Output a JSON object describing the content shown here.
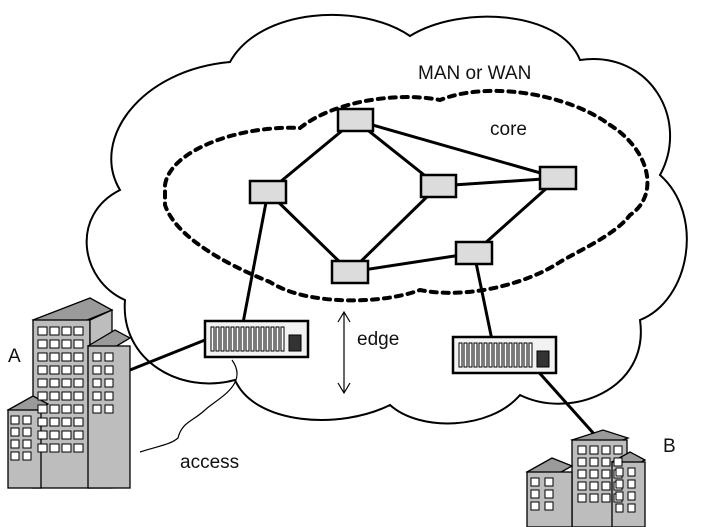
{
  "labels": {
    "cloud": "MAN or WAN",
    "core": "core",
    "edge": "edge",
    "access": "access",
    "site_a": "A",
    "site_b": "B"
  }
}
